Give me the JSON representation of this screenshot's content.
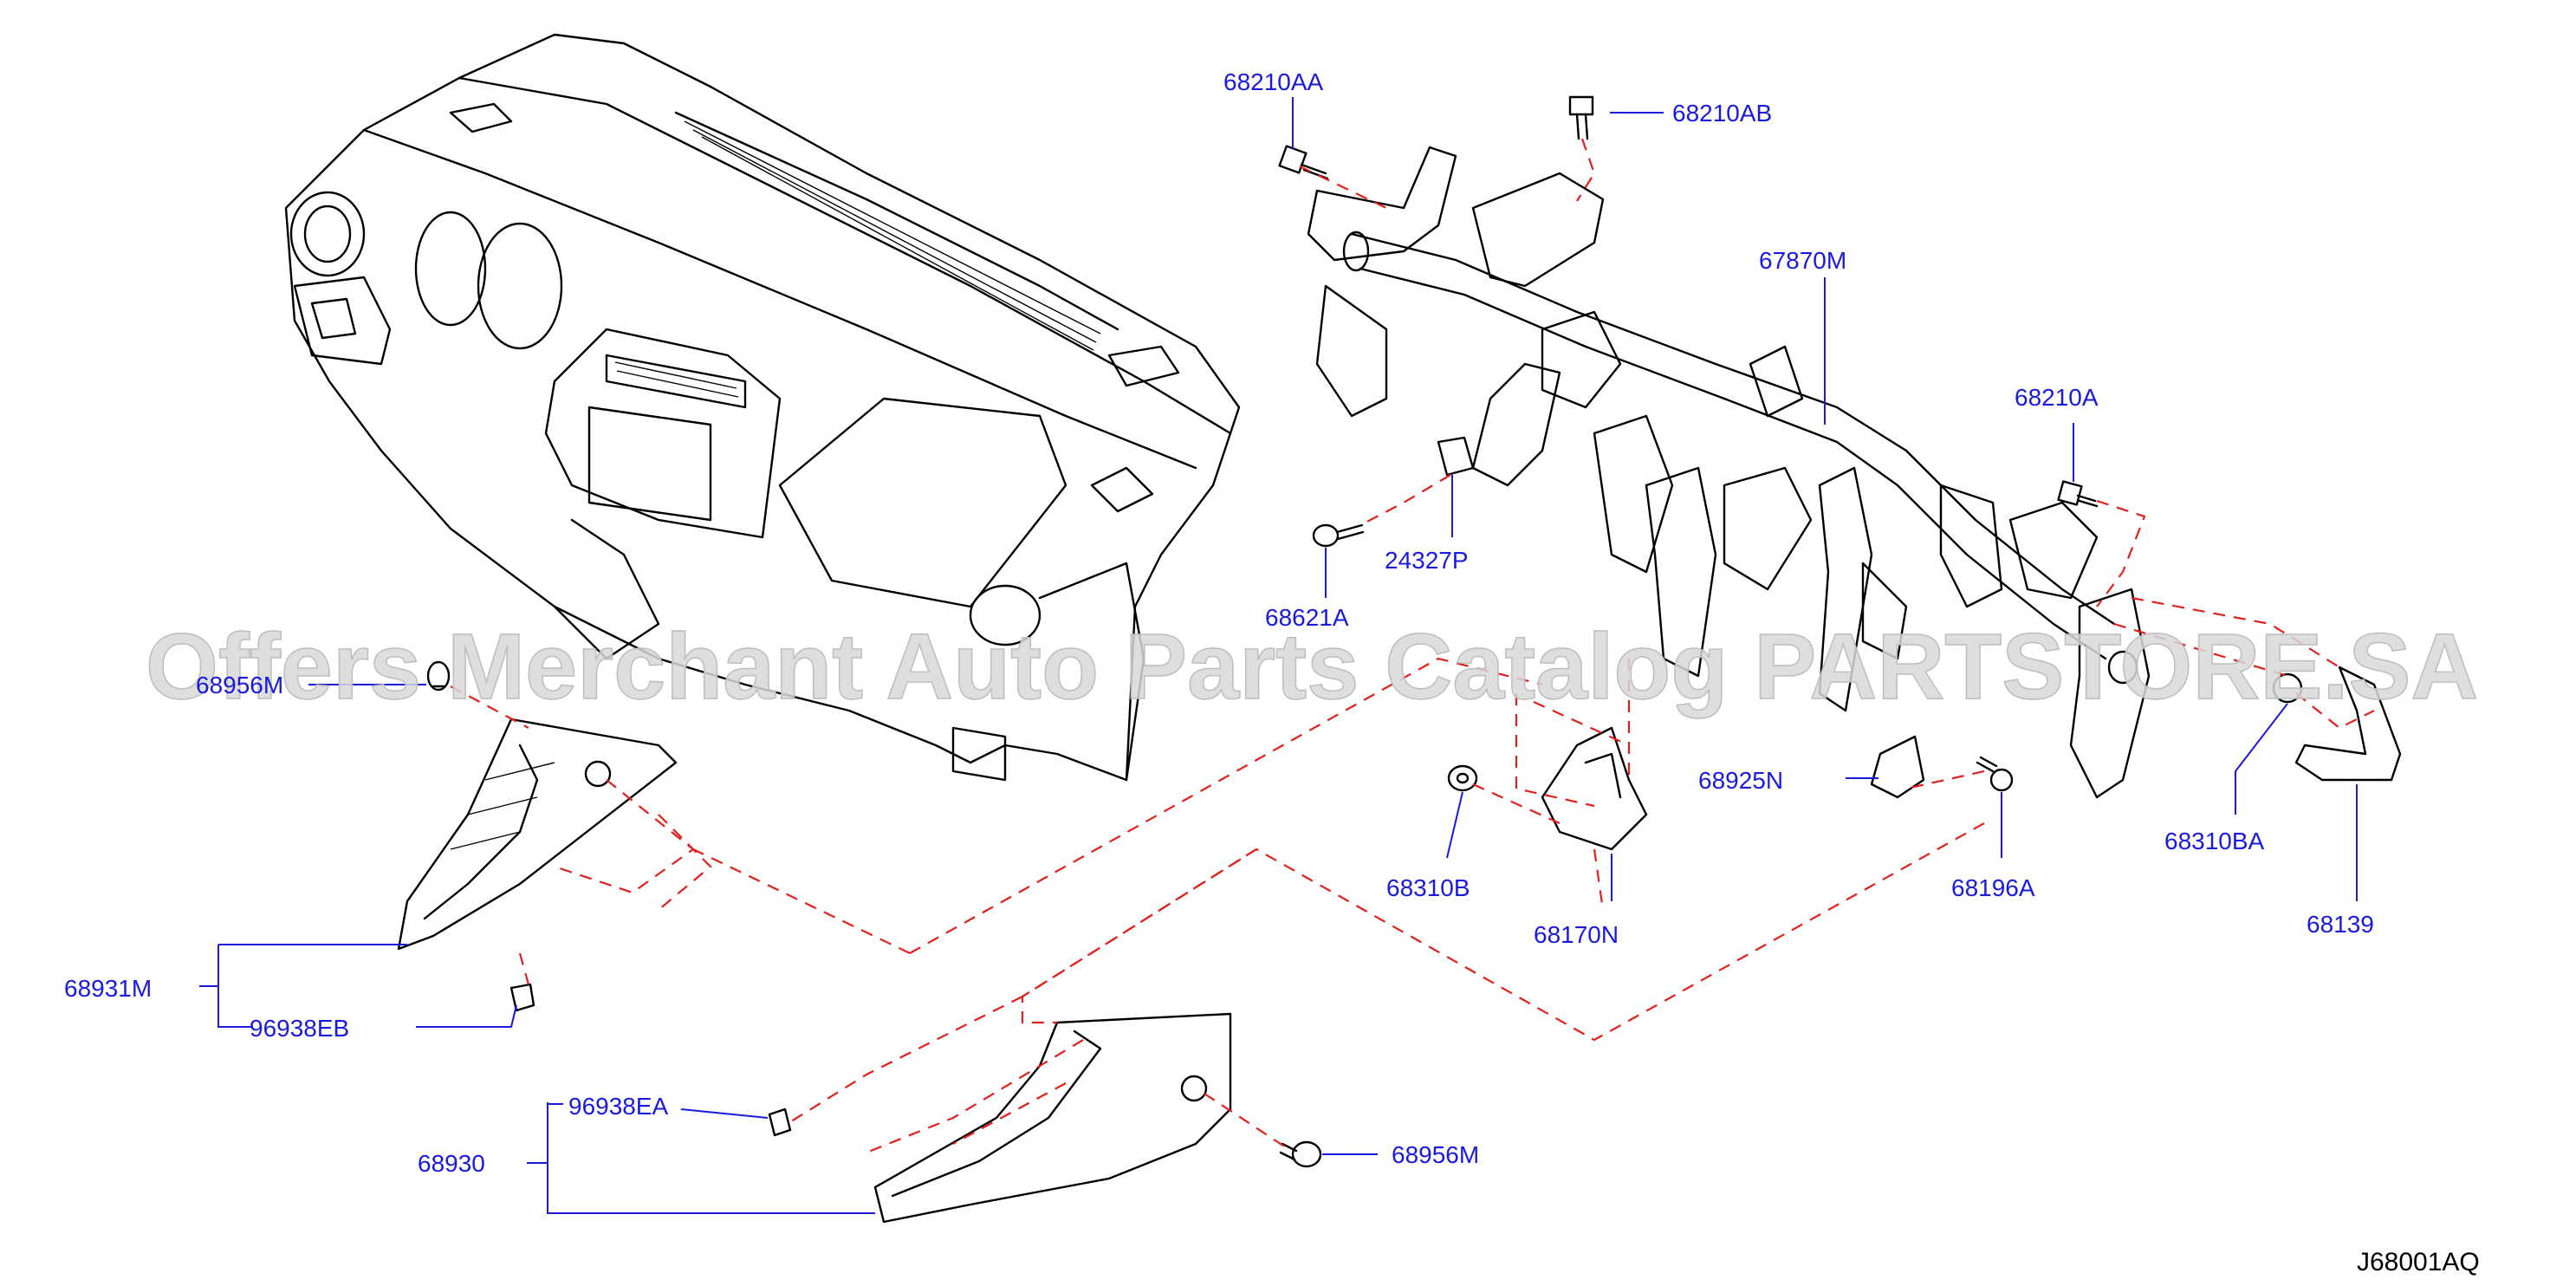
{
  "watermark": "Offers Merchant Auto Parts Catalog PARTSTORE.SA",
  "diagram_code": "J68001AQ",
  "labels": {
    "p68210AA": "68210AA",
    "p68210AB": "68210AB",
    "p67870M": "67870M",
    "p68210A": "68210A",
    "p24327P": "24327P",
    "p68621A": "68621A",
    "p68956M_top": "68956M",
    "p68925N": "68925N",
    "p68310B": "68310B",
    "p68170N": "68170N",
    "p68196A": "68196A",
    "p68310BA": "68310BA",
    "p68139": "68139",
    "p68931M": "68931M",
    "p96938EB": "96938EB",
    "p96938EA": "96938EA",
    "p68930": "68930",
    "p68956M_bottom": "68956M"
  },
  "colors": {
    "label": "#1a1adc",
    "dashed_guide": "#e0201c",
    "line_art": "#000000",
    "watermark": "#d8d8d8"
  }
}
